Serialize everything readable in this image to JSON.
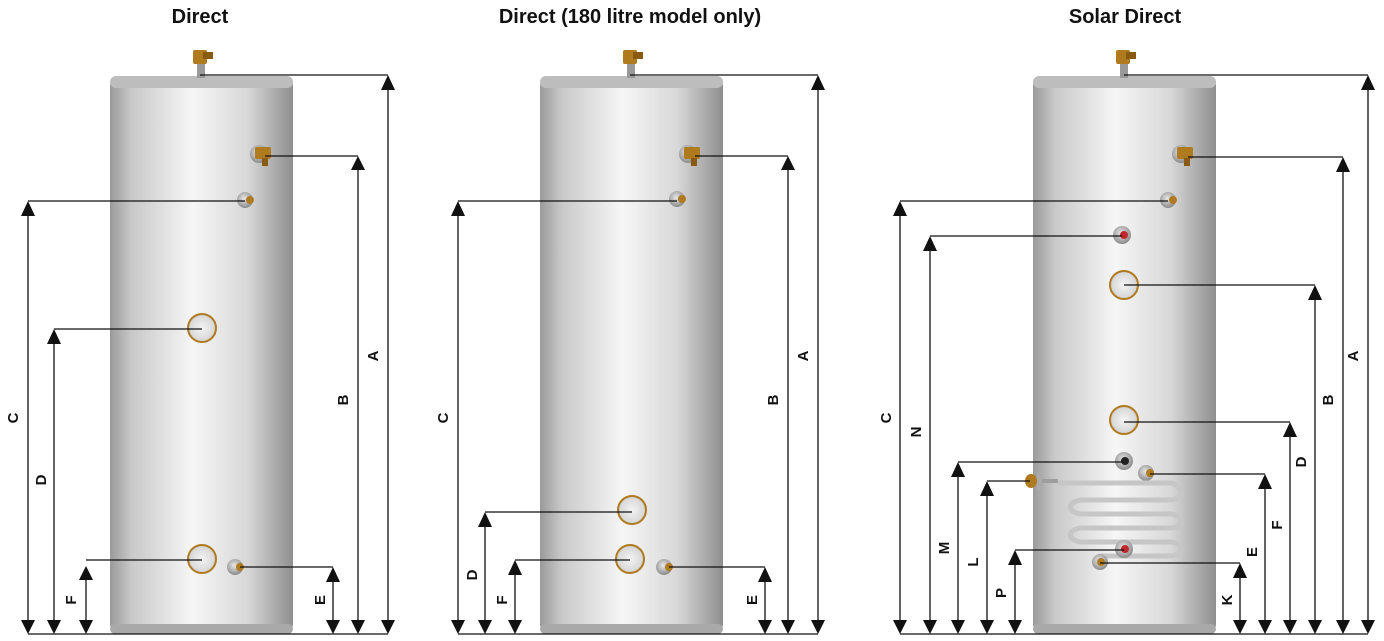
{
  "panels": [
    {
      "title": "Direct",
      "labels": {
        "A": "A",
        "B": "B",
        "C": "C",
        "D": "D",
        "E": "E",
        "F": "F"
      }
    },
    {
      "title": "Direct (180 litre model only)",
      "labels": {
        "A": "A",
        "B": "B",
        "C": "C",
        "D": "D",
        "E": "E",
        "F": "F"
      }
    },
    {
      "title": "Solar Direct",
      "labels": {
        "A": "A",
        "B": "B",
        "C": "C",
        "D": "D",
        "E": "E",
        "F": "F",
        "K": "K",
        "L": "L",
        "M": "M",
        "N": "N",
        "P": "P"
      }
    }
  ],
  "colors": {
    "cylinder": "#e6e6e6",
    "brass": "#b07a1f",
    "line": "#111111",
    "red_fitting": "#c0282e"
  }
}
